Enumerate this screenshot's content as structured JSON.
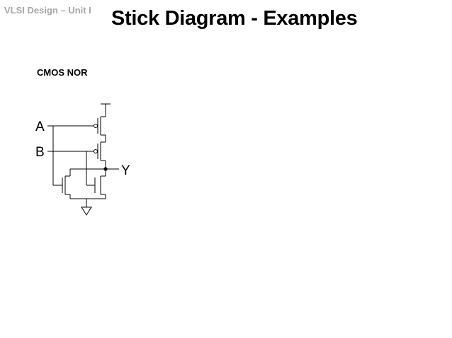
{
  "header": {
    "course": "VLSI Design – Unit I"
  },
  "slide": {
    "title": "Stick Diagram - Examples",
    "subtitle": "CMOS NOR"
  },
  "schematic": {
    "input_a": "A",
    "input_b": "B",
    "output": "Y",
    "line_color": "#000000"
  }
}
